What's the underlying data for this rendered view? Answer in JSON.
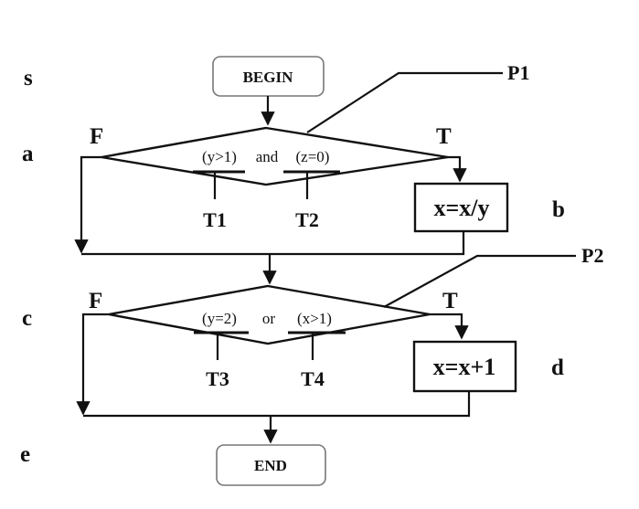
{
  "row_labels": {
    "s": "s",
    "a": "a",
    "b": "b",
    "c": "c",
    "d": "d",
    "e": "e"
  },
  "begin": "BEGIN",
  "end": "END",
  "path_labels": {
    "p1": "P1",
    "p2": "P2"
  },
  "decision1": {
    "left": "(y>1)",
    "op": "and",
    "right": "(z=0)",
    "false_label": "F",
    "true_label": "T",
    "cond1_label": "T1",
    "cond2_label": "T2"
  },
  "decision2": {
    "left": "(y=2)",
    "op": "or",
    "right": "(x>1)",
    "false_label": "F",
    "true_label": "T",
    "cond1_label": "T3",
    "cond2_label": "T4"
  },
  "process1": "x=x/y",
  "process2": "x=x+1"
}
